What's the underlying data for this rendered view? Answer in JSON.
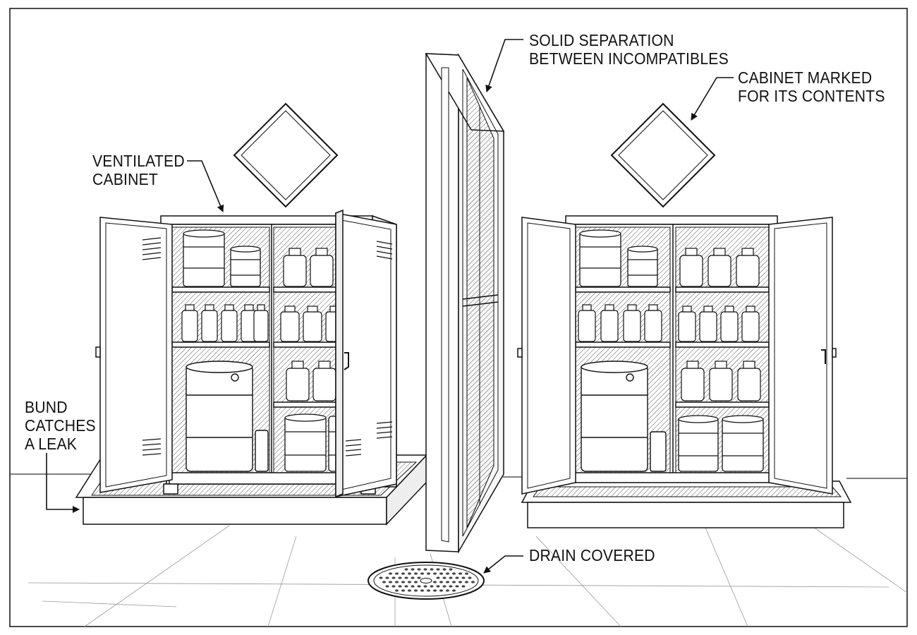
{
  "labels": {
    "separation": [
      "SOLID SEPARATION",
      "BETWEEN INCOMPATIBLES"
    ],
    "marked": [
      "CABINET MARKED",
      "FOR ITS CONTENTS"
    ],
    "ventilated": [
      "VENTILATED",
      "CABINET"
    ],
    "bund": [
      "BUND",
      "CATCHES",
      "A LEAK"
    ],
    "drain": [
      "DRAIN COVERED"
    ]
  }
}
